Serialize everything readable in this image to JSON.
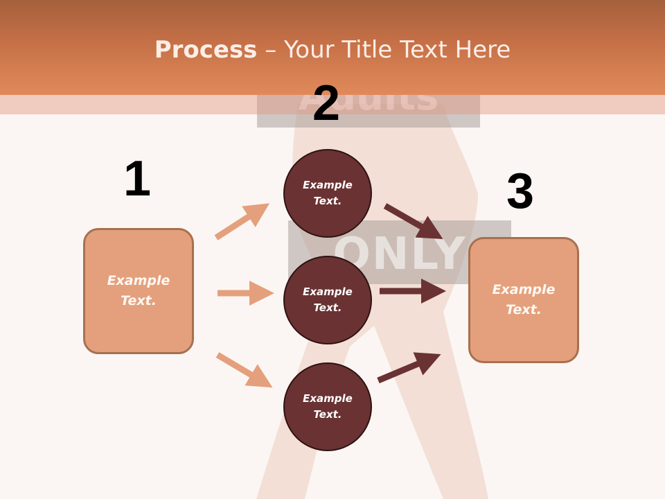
{
  "header": {
    "title_bold": "Process",
    "title_rest": " – Your Title Text Here"
  },
  "watermark": {
    "top_text": "Adults",
    "mid_text": "ONLY"
  },
  "steps": {
    "one": "1",
    "two": "2",
    "three": "3"
  },
  "boxes": {
    "left": "Example\nText.",
    "right": "Example\nText."
  },
  "circles": [
    "Example\nText.",
    "Example\nText.",
    "Example\nText."
  ],
  "colors": {
    "header_top": "#a4603c",
    "header_bottom": "#e08a5b",
    "box_fill": "#e4a07c",
    "box_border": "#a8704f",
    "circle_fill": "#6a3233",
    "arrow_light": "#e4a07c",
    "arrow_dark": "#6a3233"
  }
}
